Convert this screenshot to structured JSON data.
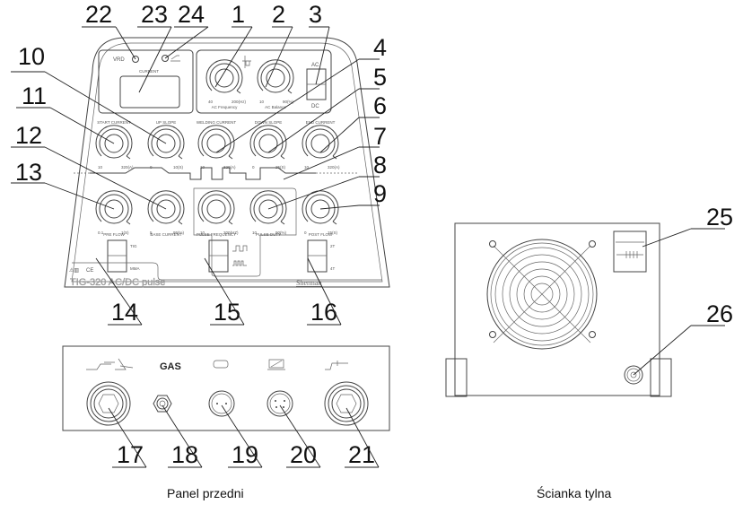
{
  "captions": {
    "front": "Panel przedni",
    "rear": "Ścianka tylna"
  },
  "callouts": [
    "1",
    "2",
    "3",
    "4",
    "5",
    "6",
    "7",
    "8",
    "9",
    "10",
    "11",
    "12",
    "13",
    "14",
    "15",
    "16",
    "17",
    "18",
    "19",
    "20",
    "21",
    "22",
    "23",
    "24",
    "25",
    "26"
  ],
  "front_panel": {
    "display_label": "CURRENT",
    "indicator_labels": {
      "vrd": "VRD",
      "overheat": ""
    },
    "ac_knobs": [
      {
        "label": "AC Frequency",
        "min": "40",
        "max": "200(Hz)"
      },
      {
        "label": "AC Balance",
        "min": "10",
        "max": "90(%)"
      }
    ],
    "acdc_switch": {
      "top": "AC",
      "bottom": "DC"
    },
    "row1_knobs": [
      {
        "label": "START CURRENT",
        "min": "10",
        "max": "320(A)"
      },
      {
        "label": "UP SLOPE",
        "min": "0",
        "max": "10(S)"
      },
      {
        "label": "WELDING CURRENT",
        "min": "10",
        "max": "320(A)"
      },
      {
        "label": "DOWN SLOPE",
        "min": "0",
        "max": "25(S)"
      },
      {
        "label": "END CURRENT",
        "min": "10",
        "max": "320(A)"
      }
    ],
    "row2_knobs": [
      {
        "label": "PRE FLOW",
        "min": "0.1",
        "max": "1(S)"
      },
      {
        "label": "BASE CURRENT",
        "min": "5",
        "max": "95(%)"
      },
      {
        "label": "PULSE FREQUENCY",
        "min": "10",
        "max": "200(HZ)"
      },
      {
        "label": "PULSE DUTY",
        "min": "10",
        "max": "90(%)"
      },
      {
        "label": "POST FLOW",
        "min": "0",
        "max": "15(S)"
      }
    ],
    "switches": [
      {
        "top": "TIG",
        "bottom": "MMA"
      },
      {
        "top": "pulse-wave-wide",
        "bottom": "pulse-wave-narrow"
      },
      {
        "top": "2T",
        "bottom": "4T"
      }
    ],
    "model_name": "TIG-320 AC/DC pulse",
    "brand": "Sherman",
    "cert_marks": "CE"
  },
  "connector_panel": {
    "labels": [
      "torch-electrode-icon",
      "GAS",
      "remote-icon",
      "control-icon",
      "ground-icon"
    ],
    "gas_label": "GAS"
  }
}
